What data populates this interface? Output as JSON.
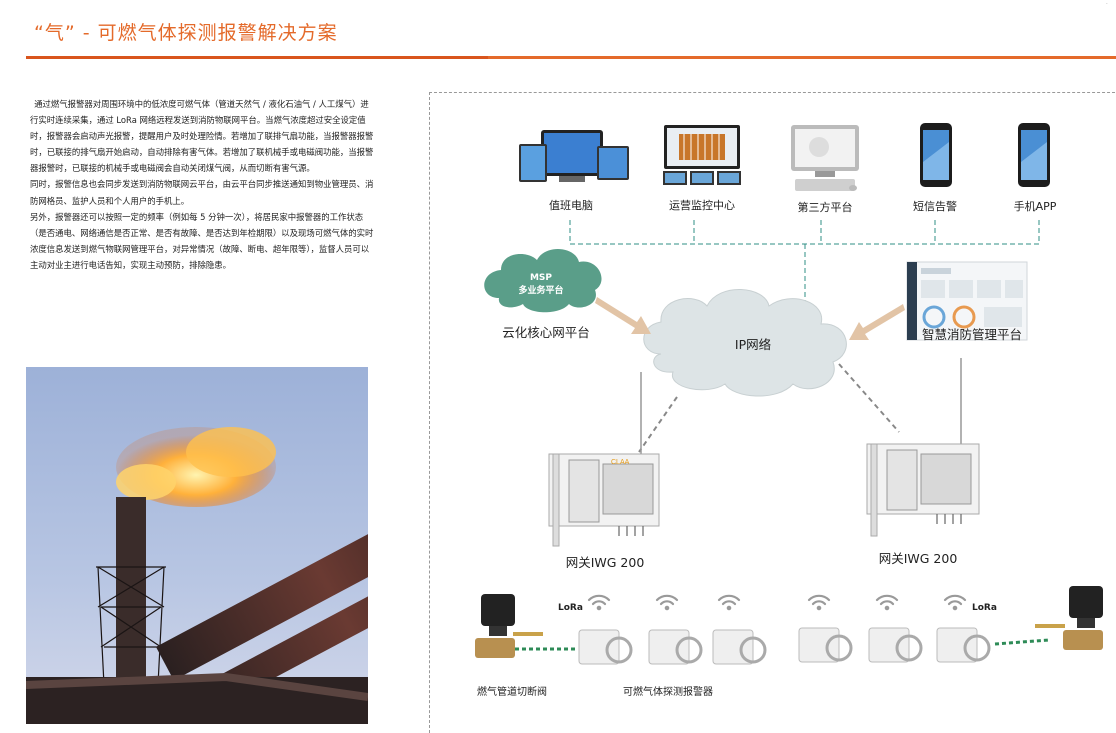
{
  "header": {
    "title": "“气” - 可燃气体探测报警解决方案",
    "accent_color": "#e46a2a"
  },
  "body_paragraphs": [
    "通过燃气报警器对周围环境中的低浓度可燃气体（管道天然气 / 液化石油气 / 人工煤气）进行实时连续采集，通过 LoRa 网络远程发送到消防物联网平台。当燃气浓度超过安全设定值时，报警器会启动声光报警，提醒用户及时处理险情。若增加了联排气扇功能，当报警器报警时，已联接的排气扇开始启动，自动排除有害气体。若增加了联机械手或电磁阀功能，当报警器报警时，已联接的机械手或电磁阀会自动关闭煤气阀，从而切断有害气源。",
    "同时，报警信息也会同步发送到消防物联网云平台，由云平台同步推送通知到物业管理员、消防网格员、监护人员和个人用户的手机上。",
    "另外，报警器还可以按照一定的频率（例如每 5 分钟一次），将居民家中报警器的工作状态（是否通电、网络通信是否正常、是否有故障、是否达到年检期限）以及现场可燃气体的实时浓度信息发送到燃气物联网管理平台，对异常情况（故障、断电、超年限等），监督人员可以主动对业主进行电话告知，实现主动预防，排除隐患。"
  ],
  "diagram": {
    "terminals": [
      {
        "label": "值班电脑",
        "icon": "duty-computer-icon"
      },
      {
        "label": "运营监控中心",
        "icon": "monitor-center-icon"
      },
      {
        "label": "第三方平台",
        "icon": "third-party-pc-icon"
      },
      {
        "label": "短信告警",
        "icon": "sms-phone-icon"
      },
      {
        "label": "手机APP",
        "icon": "app-phone-icon"
      }
    ],
    "msp_cloud": "MSP\n多业务平台",
    "msp_label": "云化核心网平台",
    "ip_cloud": "IP网络",
    "fire_platform": "智慧消防管理平台",
    "gateway_left": "网关IWG 200",
    "gateway_right": "网关IWG 200",
    "gateway_brand": "CLAA",
    "lora_left": "LoRa",
    "lora_right": "LoRa",
    "valve_label": "燃气管道切断阀",
    "detector_label": "可燃气体探测报警器",
    "colors": {
      "cloud_gray": "#dde4e6",
      "cloud_green": "#5a9e89",
      "arrow": "#e2c4a6",
      "dash_line": "#2f8f86",
      "link_green": "#2e8b57"
    }
  }
}
